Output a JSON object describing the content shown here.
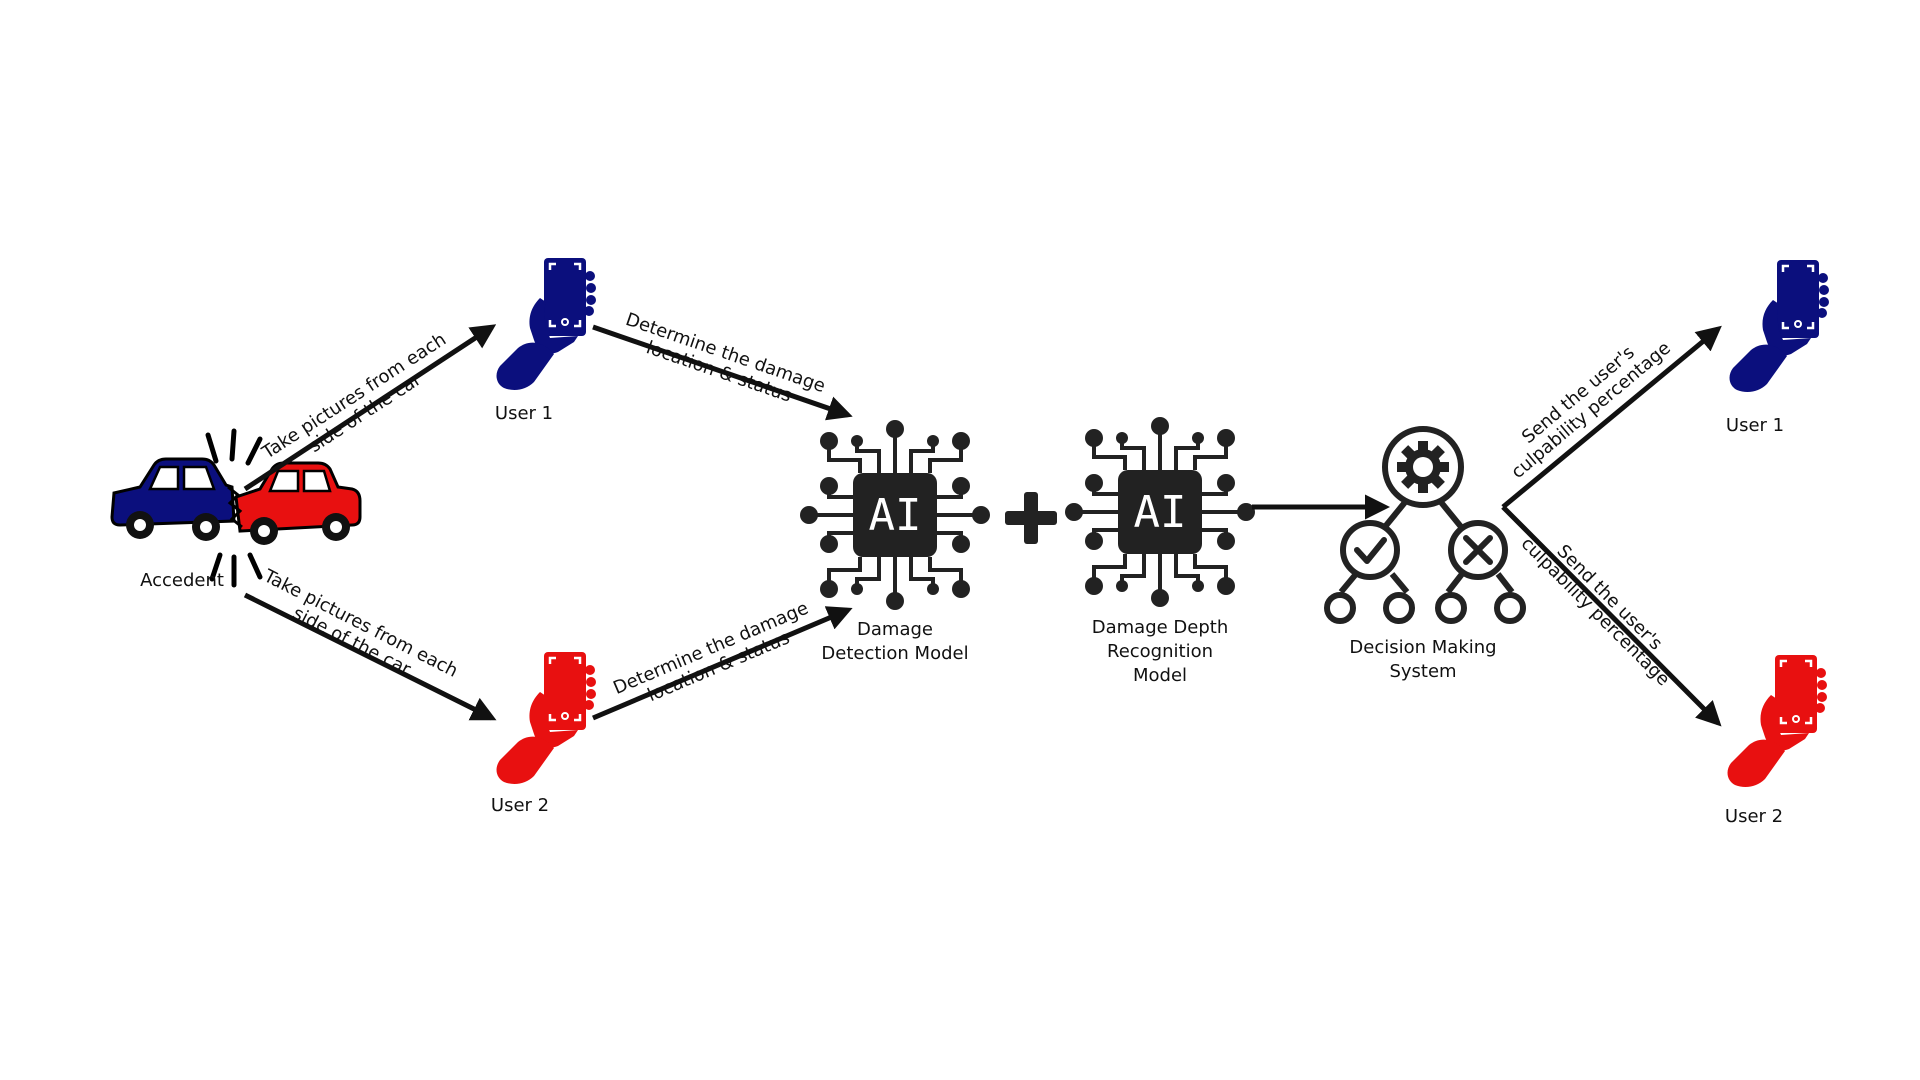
{
  "colors": {
    "user1": "#0b0f7d",
    "user2": "#e81010",
    "ink": "#111111",
    "chip": "#222222",
    "background": "#ffffff"
  },
  "icons": {
    "accident": "car-crash-icon",
    "phone": "hand-holding-phone-icon",
    "ai": "ai-chip-icon",
    "plus": "plus-icon",
    "decision": "decision-tree-icon"
  },
  "nodes": {
    "accident": {
      "label": "Accedent"
    },
    "user1_left": {
      "label": "User 1"
    },
    "user2_left": {
      "label": "User 2"
    },
    "damage_detection": {
      "label": "Damage\nDetection Model"
    },
    "damage_depth": {
      "label": "Damage Depth\nRecognition\nModel"
    },
    "decision": {
      "label": "Decision Making\nSystem"
    },
    "user1_right": {
      "label": "User 1"
    },
    "user2_right": {
      "label": "User 2"
    }
  },
  "edges": {
    "accident_to_user1": "Take pictures from each\nside of the car",
    "accident_to_user2": "Take pictures from each\nside of the car",
    "user1_to_detection": "Determine the damage\nlocation & status",
    "user2_to_detection": "Determine the damage\nlocation & status",
    "decision_to_user1": "Send the user's\nculpability percentage",
    "decision_to_user2": "Send the user's\nculpability percentage"
  },
  "ai_chip_text": "AI"
}
